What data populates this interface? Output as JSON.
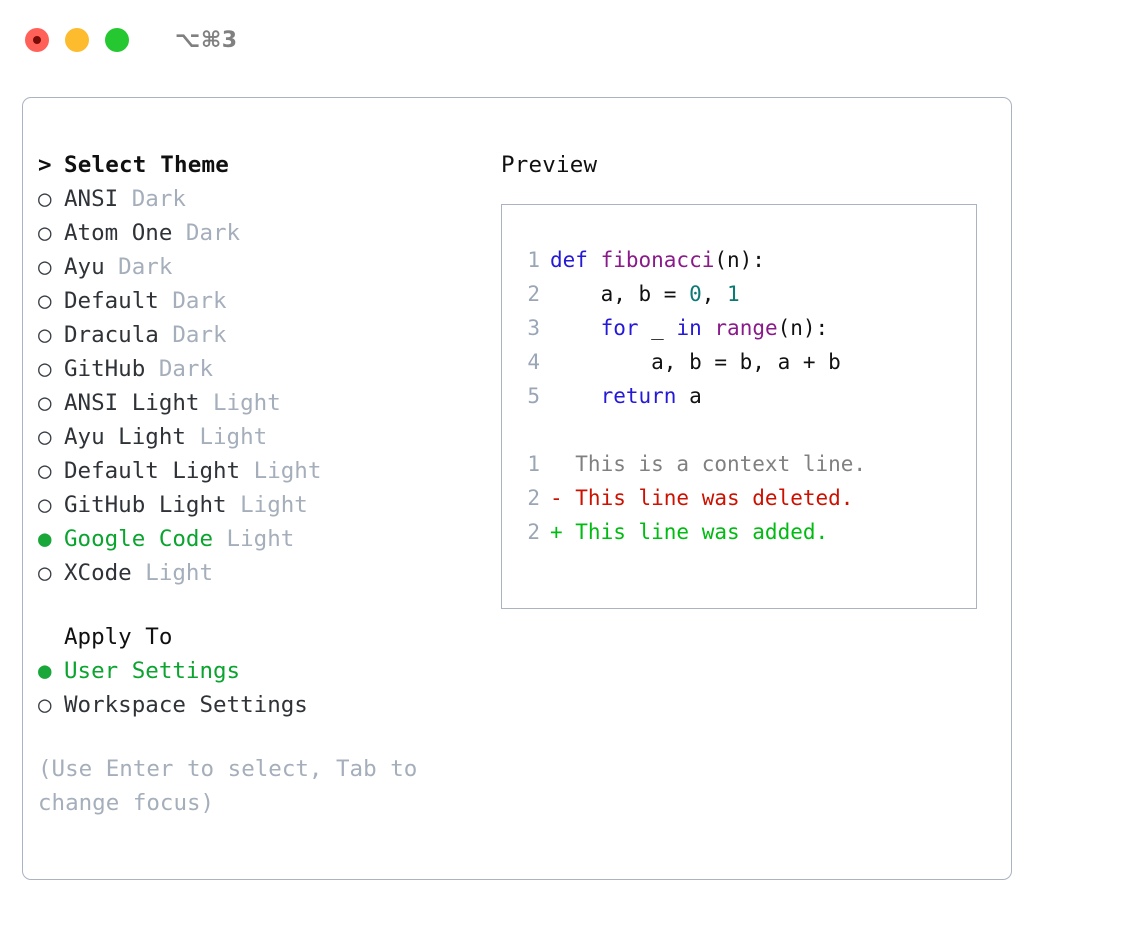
{
  "window": {
    "shortcut": "⌥⌘3",
    "traffic_lights": [
      {
        "name": "close",
        "color": "#ff6159"
      },
      {
        "name": "minimize",
        "color": "#fdbc2e"
      },
      {
        "name": "maximize",
        "color": "#25c830"
      }
    ]
  },
  "theme_picker": {
    "header": "Select Theme",
    "header_marker": ">",
    "bullet_empty": "○",
    "bullet_filled": "●",
    "items": [
      {
        "name": "ANSI",
        "kind": "Dark",
        "selected": false
      },
      {
        "name": "Atom One",
        "kind": "Dark",
        "selected": false
      },
      {
        "name": "Ayu",
        "kind": "Dark",
        "selected": false
      },
      {
        "name": "Default",
        "kind": "Dark",
        "selected": false
      },
      {
        "name": "Dracula",
        "kind": "Dark",
        "selected": false
      },
      {
        "name": "GitHub",
        "kind": "Dark",
        "selected": false
      },
      {
        "name": "ANSI Light",
        "kind": "Light",
        "selected": false
      },
      {
        "name": "Ayu Light",
        "kind": "Light",
        "selected": false
      },
      {
        "name": "Default Light",
        "kind": "Light",
        "selected": false
      },
      {
        "name": "GitHub Light",
        "kind": "Light",
        "selected": false
      },
      {
        "name": "Google Code",
        "kind": "Light",
        "selected": true
      },
      {
        "name": "XCode",
        "kind": "Light",
        "selected": false
      }
    ]
  },
  "apply_to": {
    "header": "Apply To",
    "options": [
      {
        "label": "User Settings",
        "selected": true
      },
      {
        "label": "Workspace Settings",
        "selected": false
      }
    ]
  },
  "hint": "(Use Enter to select, Tab to\nchange focus)",
  "preview": {
    "title": "Preview",
    "code_lines": [
      {
        "no": "1",
        "tokens": [
          {
            "t": "def ",
            "c": "kw"
          },
          {
            "t": "fibonacci",
            "c": "fn"
          },
          {
            "t": "(n):",
            "c": "code-plain"
          }
        ]
      },
      {
        "no": "2",
        "tokens": [
          {
            "t": "    a, b = ",
            "c": "code-plain"
          },
          {
            "t": "0",
            "c": "num"
          },
          {
            "t": ", ",
            "c": "code-plain"
          },
          {
            "t": "1",
            "c": "num"
          }
        ]
      },
      {
        "no": "3",
        "tokens": [
          {
            "t": "    ",
            "c": "code-plain"
          },
          {
            "t": "for",
            "c": "kw"
          },
          {
            "t": " _ ",
            "c": "code-plain"
          },
          {
            "t": "in",
            "c": "kw"
          },
          {
            "t": " ",
            "c": "code-plain"
          },
          {
            "t": "range",
            "c": "fn"
          },
          {
            "t": "(n):",
            "c": "code-plain"
          }
        ]
      },
      {
        "no": "4",
        "tokens": [
          {
            "t": "        a, b = b, a + b",
            "c": "code-plain"
          }
        ]
      },
      {
        "no": "5",
        "tokens": [
          {
            "t": "    ",
            "c": "code-plain"
          },
          {
            "t": "return",
            "c": "kw"
          },
          {
            "t": " a",
            "c": "code-plain"
          }
        ]
      }
    ],
    "diff_lines": [
      {
        "no": "1",
        "text": "  This is a context line.",
        "c": "diff-ctx"
      },
      {
        "no": "2",
        "text": "- This line was deleted.",
        "c": "diff-del"
      },
      {
        "no": "2",
        "text": "+ This line was added.",
        "c": "diff-add"
      }
    ]
  },
  "colors": {
    "accent_green": "#0aa42f",
    "panel_border": "#a9b3c1",
    "muted_text": "#a5aebb",
    "keyword": "#2419d6",
    "function": "#8a1a8a",
    "number": "#0b7a74",
    "diff_added": "#00bb11",
    "diff_deleted": "#cc1100",
    "diff_context": "#808080"
  }
}
